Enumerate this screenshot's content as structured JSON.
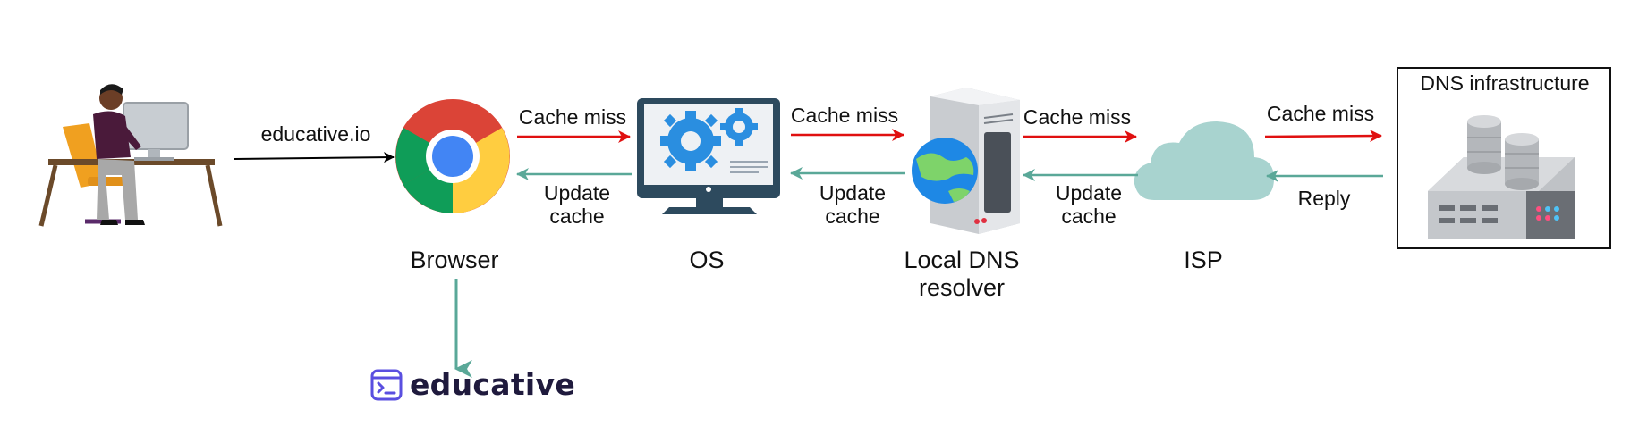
{
  "edges": {
    "user_to_browser": "educative.io",
    "browser_to_os": "Cache miss",
    "os_to_browser": "Update\ncache",
    "os_to_resolver": "Cache miss",
    "resolver_to_os": "Update\ncache",
    "resolver_to_isp": "Cache miss",
    "isp_to_resolver": "Update\ncache",
    "isp_to_dns": "Cache miss",
    "dns_to_isp": "Reply"
  },
  "nodes": {
    "browser": "Browser",
    "os": "OS",
    "resolver": "Local DNS\nresolver",
    "isp": "ISP",
    "dns_infrastructure": "DNS infrastructure"
  },
  "brand": {
    "name": "educative",
    "icon": "terminal-window-icon"
  },
  "colors": {
    "request_arrow": "#e01010",
    "response_arrow": "#5aa898",
    "brand_purple": "#5a4fe0"
  }
}
